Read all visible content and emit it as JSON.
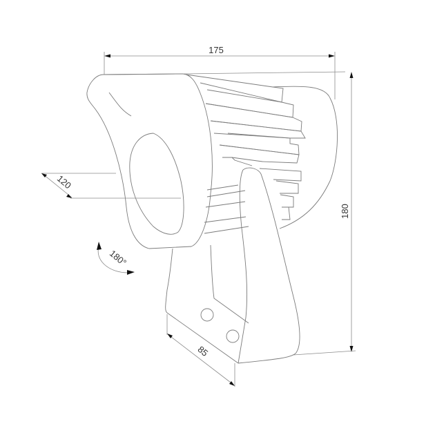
{
  "drawing": {
    "subject": "spotlight-with-mounting-bracket",
    "line_color": "#7a7a7a",
    "background": "#ffffff",
    "dimensions": {
      "width": {
        "value": "175",
        "orientation": "horizontal"
      },
      "height": {
        "value": "180",
        "orientation": "vertical"
      },
      "head_diameter": {
        "value": "120",
        "orientation": "diagonal"
      },
      "bracket_depth": {
        "value": "85",
        "orientation": "diagonal"
      },
      "rotation": {
        "value": "180°",
        "orientation": "arc"
      }
    }
  }
}
